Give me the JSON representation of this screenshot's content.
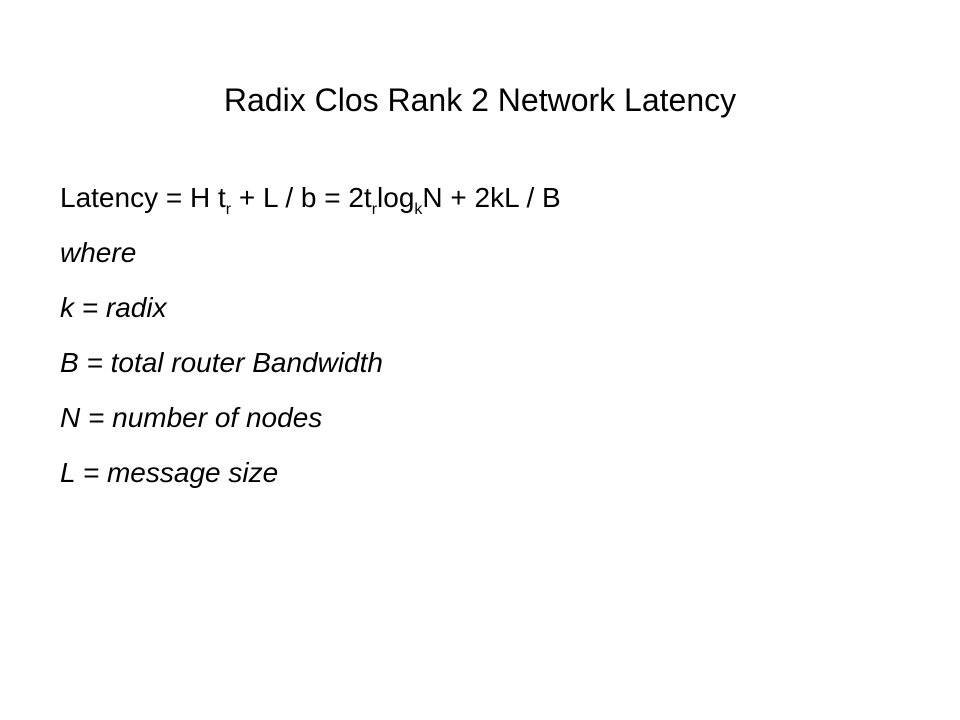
{
  "title": "Radix Clos Rank 2 Network Latency",
  "formula": {
    "p1": "Latency = H t",
    "s1": "r",
    "p2": " + L / b = 2t",
    "s2": "r",
    "p3": "log",
    "s3": "k",
    "p4": "N + 2kL / B"
  },
  "lines": [
    "where",
    "k = radix",
    "B = total router Bandwidth",
    "N = number of nodes",
    "L = message size"
  ]
}
